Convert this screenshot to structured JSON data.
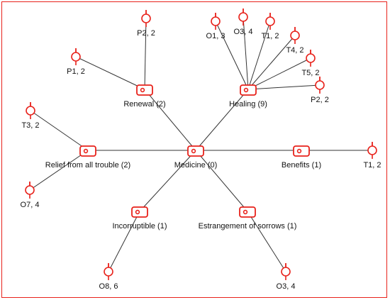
{
  "colors": {
    "frame": "#e8221b",
    "node": "#e8221b",
    "edge": "#333333",
    "text": "#111111"
  },
  "nodes": [
    {
      "id": "medicine",
      "kind": "concept",
      "label": "Medicine (0)"
    },
    {
      "id": "renewal",
      "kind": "concept",
      "label": "Renewal (2)"
    },
    {
      "id": "healing",
      "kind": "concept",
      "label": "Healing (9)"
    },
    {
      "id": "relief",
      "kind": "concept",
      "label": "Relief from all trouble (2)"
    },
    {
      "id": "benefits",
      "kind": "concept",
      "label": "Benefits (1)"
    },
    {
      "id": "incorruptible",
      "kind": "concept",
      "label": "Incorruptible (1)"
    },
    {
      "id": "estrangement",
      "kind": "concept",
      "label": "Estrangement of sorrows (1)"
    },
    {
      "id": "p2a",
      "kind": "reference",
      "label": "P2, 2"
    },
    {
      "id": "p1",
      "kind": "reference",
      "label": "P1, 2"
    },
    {
      "id": "o1",
      "kind": "reference",
      "label": "O1, 3"
    },
    {
      "id": "o3a",
      "kind": "reference",
      "label": "O3, 4"
    },
    {
      "id": "t1a",
      "kind": "reference",
      "label": "T1, 2"
    },
    {
      "id": "t4",
      "kind": "reference",
      "label": "T4, 2"
    },
    {
      "id": "t5",
      "kind": "reference",
      "label": "T5, 2"
    },
    {
      "id": "p2b",
      "kind": "reference",
      "label": "P2, 2"
    },
    {
      "id": "t3",
      "kind": "reference",
      "label": "T3, 2"
    },
    {
      "id": "o7",
      "kind": "reference",
      "label": "O7, 4"
    },
    {
      "id": "t1b",
      "kind": "reference",
      "label": "T1, 2"
    },
    {
      "id": "o8",
      "kind": "reference",
      "label": "O8, 6"
    },
    {
      "id": "o3b",
      "kind": "reference",
      "label": "O3, 4"
    }
  ],
  "edges": [
    [
      "medicine",
      "renewal"
    ],
    [
      "medicine",
      "healing"
    ],
    [
      "medicine",
      "relief"
    ],
    [
      "medicine",
      "benefits"
    ],
    [
      "medicine",
      "incorruptible"
    ],
    [
      "medicine",
      "estrangement"
    ],
    [
      "renewal",
      "p2a"
    ],
    [
      "renewal",
      "p1"
    ],
    [
      "healing",
      "o1"
    ],
    [
      "healing",
      "o3a"
    ],
    [
      "healing",
      "t1a"
    ],
    [
      "healing",
      "t4"
    ],
    [
      "healing",
      "t5"
    ],
    [
      "healing",
      "p2b"
    ],
    [
      "relief",
      "t3"
    ],
    [
      "relief",
      "o7"
    ],
    [
      "benefits",
      "t1b"
    ],
    [
      "incorruptible",
      "o8"
    ],
    [
      "estrangement",
      "o3b"
    ]
  ]
}
